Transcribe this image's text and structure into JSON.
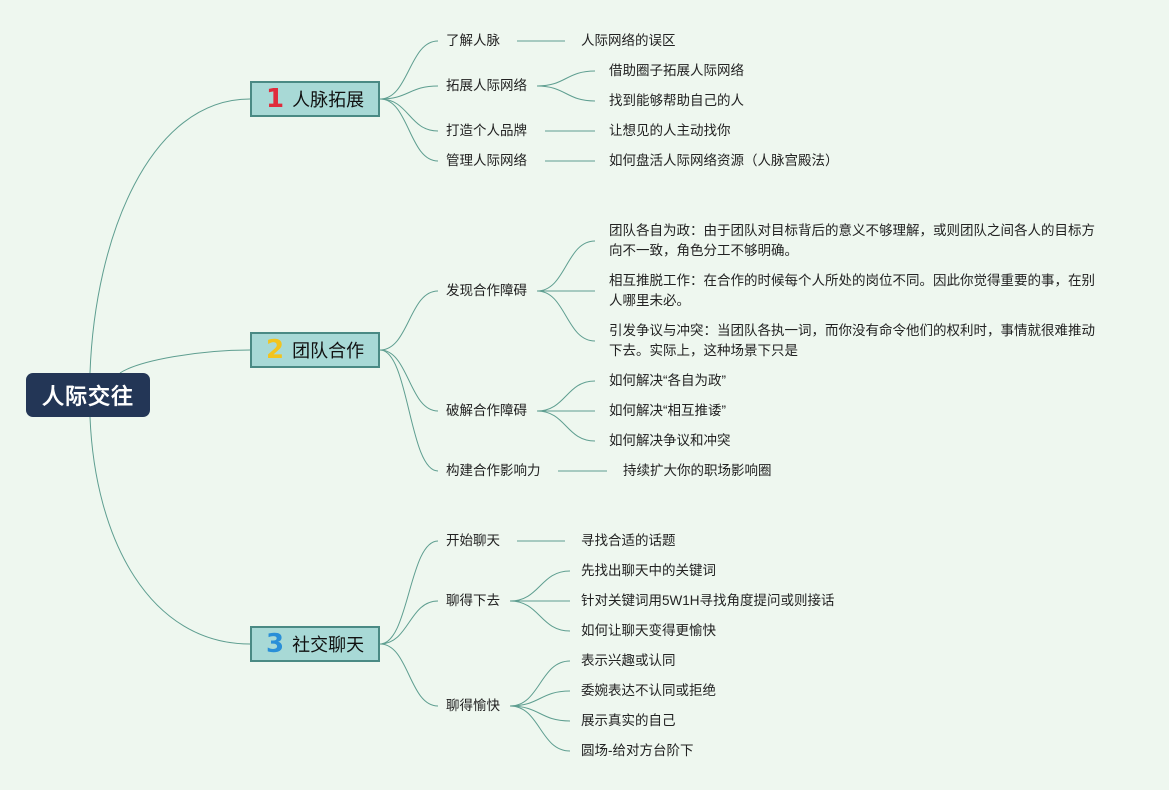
{
  "root": "人际交往",
  "branches": [
    {
      "num": "1",
      "num_color": "#e02c3c",
      "title": "人脉拓展",
      "items": [
        {
          "label": "了解人脉",
          "leaves": [
            "人际网络的误区"
          ]
        },
        {
          "label": "拓展人际网络",
          "leaves": [
            "借助圈子拓展人际网络",
            "找到能够帮助自己的人"
          ]
        },
        {
          "label": "打造个人品牌",
          "leaves": [
            "让想见的人主动找你"
          ]
        },
        {
          "label": "管理人际网络",
          "leaves": [
            "如何盘活人际网络资源（人脉宫殿法）"
          ]
        }
      ]
    },
    {
      "num": "2",
      "num_color": "#f2c41e",
      "title": "团队合作",
      "items": [
        {
          "label": "发现合作障碍",
          "leaves": [
            "团队各自为政：由于团队对目标背后的意义不够理解，或则团队之间各人的目标方向不一致，角色分工不够明确。",
            "相互推脱工作：在合作的时候每个人所处的岗位不同。因此你觉得重要的事，在别人哪里未必。",
            "引发争议与冲突：当团队各执一词，而你没有命令他们的权利时，事情就很难推动下去。实际上，这种场景下只是"
          ]
        },
        {
          "label": "破解合作障碍",
          "leaves": [
            "如何解决“各自为政”",
            "如何解决“相互推诿”",
            "如何解决争议和冲突"
          ]
        },
        {
          "label": "构建合作影响力",
          "leaves": [
            "持续扩大你的职场影响圈"
          ]
        }
      ]
    },
    {
      "num": "3",
      "num_color": "#2a8fd8",
      "title": "社交聊天",
      "items": [
        {
          "label": "开始聊天",
          "leaves": [
            "寻找合适的话题"
          ]
        },
        {
          "label": "聊得下去",
          "leaves": [
            "先找出聊天中的关键词",
            "针对关键词用5W1H寻找角度提问或则接话",
            "如何让聊天变得更愉快"
          ]
        },
        {
          "label": "聊得愉快",
          "leaves": [
            "表示兴趣或认同",
            "委婉表达不认同或拒绝",
            "展示真实的自己",
            "圆场-给对方台阶下"
          ]
        }
      ]
    }
  ],
  "colors": {
    "background": "#eef7ef",
    "root": "#233656",
    "branch_fill": "#a8d9d6",
    "branch_border": "#4a8a84",
    "line": "#5e9e90"
  }
}
